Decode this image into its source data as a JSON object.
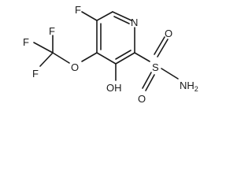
{
  "structure": {
    "atoms": {
      "fluoro_top": "F",
      "ring_nitrogen": "N",
      "sulfur": "S",
      "sulfonyl_oxygen_top": "O",
      "sulfonyl_oxygen_bottom": "O",
      "amide_group": "NH",
      "amide_subscript": "2",
      "ether_oxygen": "O",
      "cf3_fluoro_top": "F",
      "cf3_fluoro_left": "F",
      "cf3_fluoro_bottom": "F",
      "hydroxyl": "OH"
    }
  }
}
